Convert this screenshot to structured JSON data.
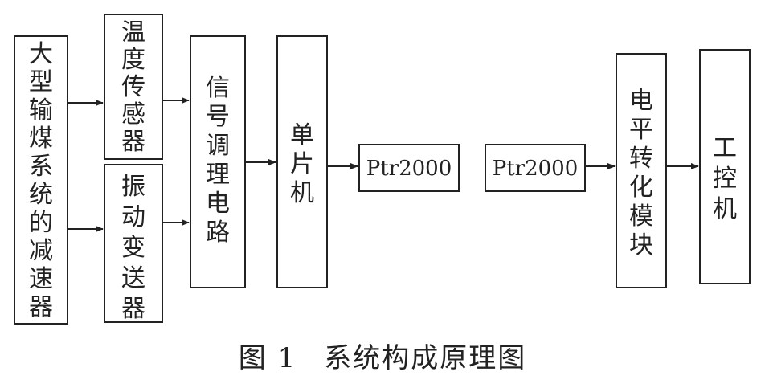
{
  "diagram": {
    "nodes": {
      "reducer": "大型输煤系统的减速器",
      "temp": "温度传感器",
      "vib": "振动变送器",
      "signal": "信号调理电路",
      "mcu": "单片机",
      "ptr_a": "Ptr2000",
      "ptr_b": "Ptr2000",
      "level": "电平转化模块",
      "ipc": "工控机"
    }
  },
  "caption": {
    "number": "图 1",
    "text": "系统构成原理图"
  }
}
